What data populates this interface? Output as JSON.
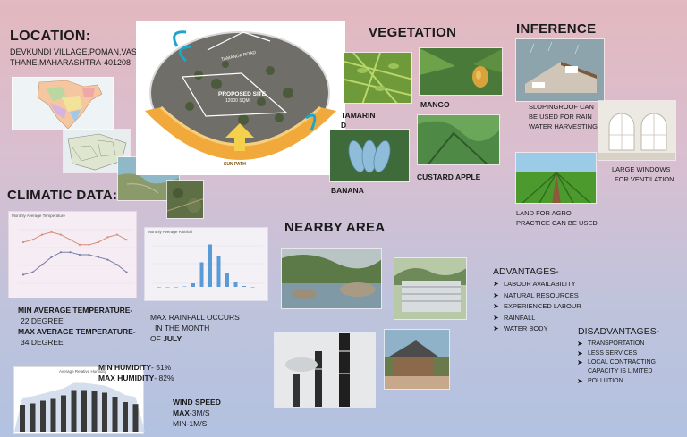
{
  "location": {
    "heading": "LOCATION:",
    "line1": "DEVKUNDI VILLAGE,POMAN,VASAI,",
    "line2": "THANE,MAHARASHTRA-401208"
  },
  "site_plan": {
    "top_road_label": "TAMANDA ROAD",
    "site_label": "PROPOSED SITE",
    "site_sub": "12000 SQM",
    "sun_path_label": "SUN PATH"
  },
  "vegetation": {
    "heading": "VEGETATION",
    "items": [
      "TAMARIN D",
      "MANGO",
      "BANANA",
      "CUSTARD APPLE"
    ]
  },
  "inference": {
    "heading": "INFERENCE",
    "roof_line1": "SLOPINGROOF CAN",
    "roof_line2": "BE USED FOR RAIN",
    "roof_line3": "WATER HARVESTING",
    "windows_line1": "LARGE WINDOWS",
    "windows_line2": "FOR VENTILATION",
    "agro_line1": "LAND FOR AGRO",
    "agro_line2": "PRACTICE CAN BE USED"
  },
  "climatic": {
    "heading": "CLIMATIC DATA:",
    "temp_chart_title": "Monthly Average Temperature",
    "rain_chart_title": "Monthly Average Rainfall",
    "humidity_chart_title": "Average Relative Humidity",
    "min_temp_label": "MIN AVERAGE TEMPERATURE-",
    "min_temp_value": "22 DEGREE",
    "max_temp_label": "MAX AVERAGE TEMPERATURE-",
    "max_temp_value": "34 DEGREE",
    "rain_line1": "MAX RAINFALL OCCURS",
    "rain_line2": "IN THE MONTH",
    "rain_of": "OF",
    "rain_month": "JULY",
    "min_humidity_label": "MIN HUMIDITY",
    "min_humidity_value": "- 51%",
    "max_humidity_label": "MAX HUMIDITY",
    "max_humidity_value": "- 82%",
    "wind_label": "WIND SPEED",
    "wind_max_label": "MAX",
    "wind_max_value": "-3M/S",
    "wind_min": "MIN-1M/S"
  },
  "nearby": {
    "heading": "NEARBY  AREA"
  },
  "advantages": {
    "heading": "ADVANTAGES-",
    "items": [
      "LABOUR AVAILABILITY",
      "NATURAL RESOURCES",
      "EXPERIENCED LABOUR",
      "RAINFALL",
      "WATER BODY"
    ]
  },
  "disadvantages": {
    "heading": "DISADVANTAGES-",
    "items": [
      "TRANSPORTATION",
      "LESS SERVICES",
      "LOCAL CONTRACTING CAPACITY IS LIMITED",
      "POLLUTION"
    ]
  },
  "colors": {
    "accent_orange": "#f2a93b",
    "temp_max_line": "#d98a7a",
    "temp_min_line": "#7a7fa8",
    "rain_bar": "#5b9bd5",
    "humidity_bar": "#3a3a3a"
  }
}
